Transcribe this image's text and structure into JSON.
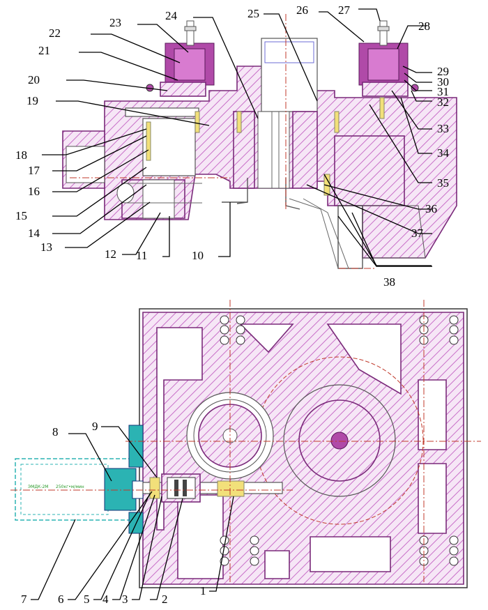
{
  "figure": {
    "callouts_top": [
      "10",
      "11",
      "12",
      "13",
      "14",
      "15",
      "16",
      "17",
      "18",
      "19",
      "20",
      "21",
      "22",
      "23",
      "24",
      "25",
      "26",
      "27",
      "28",
      "29",
      "30",
      "31",
      "32",
      "33",
      "34",
      "35",
      "36",
      "37",
      "38"
    ],
    "callouts_bottom": [
      "1",
      "2",
      "3",
      "4",
      "5",
      "6",
      "7",
      "8",
      "9"
    ],
    "motor_text_left": "ЭМДК-2М",
    "motor_text_right": "250кг•м/мин"
  },
  "colors": {
    "hatch": "#c86fc8",
    "outline": "#555555",
    "centerline": "#c0392b",
    "motor": "#2bb3b3",
    "bearing": "#f2e07a"
  }
}
